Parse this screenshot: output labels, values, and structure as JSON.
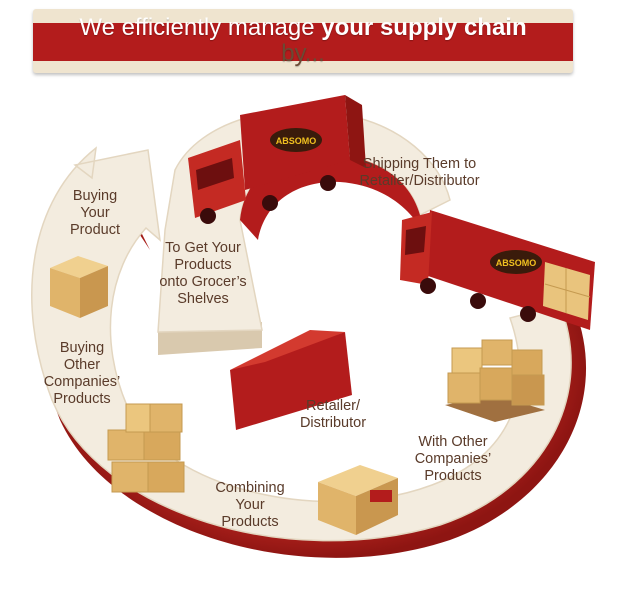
{
  "banner": {
    "prefix": "We efficiently manage ",
    "emphasis": "your supply chain",
    "suffix": "by..."
  },
  "steps": {
    "buying_your_product": [
      "Buying",
      "Your",
      "Product"
    ],
    "to_get_products": [
      "To Get Your",
      "Products",
      "onto Grocer’s",
      "Shelves"
    ],
    "shipping": [
      "Shipping Them to",
      "Retailer/Distributor"
    ],
    "buying_other": [
      "Buying",
      "Other",
      "Companies’",
      "Products"
    ],
    "retailer": [
      "Retailer/",
      "Distributor"
    ],
    "with_other": [
      "With Other",
      "Companies’",
      "Products"
    ],
    "combining": [
      "Combining",
      "Your",
      "Products"
    ]
  },
  "truck_logo": "ABSOMO",
  "colors": {
    "red": "#b31c1c",
    "dark_red": "#7d1010",
    "cream": "#f3ecdf",
    "box": "#e9c47d",
    "text": "#5a3b2a"
  }
}
